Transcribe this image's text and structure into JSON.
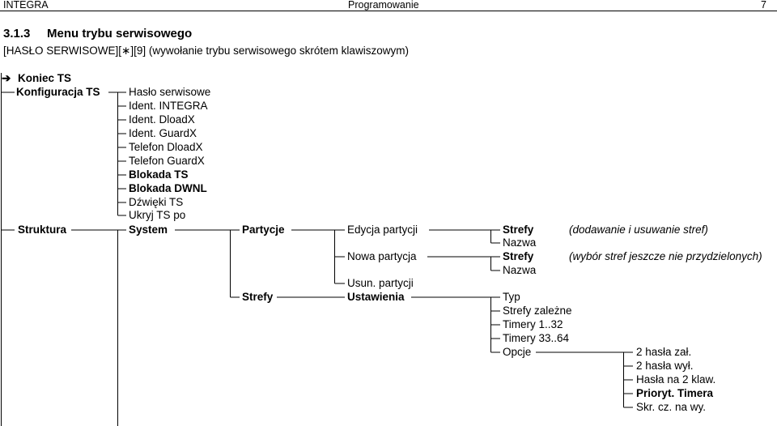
{
  "header": {
    "left": "INTEGRA",
    "center": "Programowanie",
    "page_number": "7"
  },
  "section": {
    "number": "3.1.3",
    "title": "Menu trybu serwisowego",
    "shortcut": "[HASŁO SERWISOWE][∗][9] (wywołanie trybu serwisowego skrótem klawiszowym)"
  },
  "tree": {
    "pointer_arrow": "➔",
    "koniec": "Koniec TS",
    "konfiguracja": "Konfiguracja TS",
    "konfiguracja_items": [
      "Hasło serwisowe",
      "Ident. INTEGRA",
      "Ident. DloadX",
      "Ident. GuardX",
      "Telefon DloadX",
      "Telefon GuardX",
      "Blokada TS",
      "Blokada DWNL",
      "Dźwięki TS",
      "Ukryj TS po"
    ],
    "struktura": "Struktura",
    "system": "System",
    "partycje": "Partycje",
    "edycja_partycji": "Edycja partycji",
    "strefy_1": "Strefy",
    "note_1": "(dodawanie i usuwanie stref)",
    "nazwa_1": "Nazwa",
    "nowa_partycja": "Nowa partycja",
    "strefy_2": "Strefy",
    "note_2": "(wybór stref jeszcze nie przydzielonych)",
    "nazwa_2": "Nazwa",
    "usun_partycji": "Usun. partycji",
    "strefy_main": "Strefy",
    "ustawienia": "Ustawienia",
    "ustawienia_items": [
      "Typ",
      "Strefy zależne",
      "Timery 1..32",
      "Timery 33..64",
      "Opcje"
    ],
    "opcje_items": [
      "2 hasła zał.",
      "2 hasła wył.",
      "Hasła na 2 klaw.",
      "Prioryt. Timera",
      "Skr. cz. na wy."
    ]
  }
}
